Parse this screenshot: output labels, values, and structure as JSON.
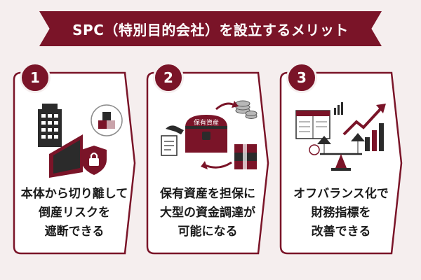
{
  "title": "SPC（特別目的会社）を設立するメリット",
  "cards": [
    {
      "number": "1",
      "lines": [
        "本体から切り離して",
        "倒産リスクを",
        "遮断できる"
      ]
    },
    {
      "number": "2",
      "chest_label": "保有資産",
      "lines": [
        "保有資産を担保に",
        "大型の資金調達が",
        "可能になる"
      ]
    },
    {
      "number": "3",
      "lines": [
        "オフバランス化で",
        "財務指標を",
        "改善できる"
      ]
    }
  ],
  "colors": {
    "accent": "#7a1428",
    "dark": "#2b2b2b",
    "background": "#f5eeee",
    "card": "#ffffff"
  }
}
